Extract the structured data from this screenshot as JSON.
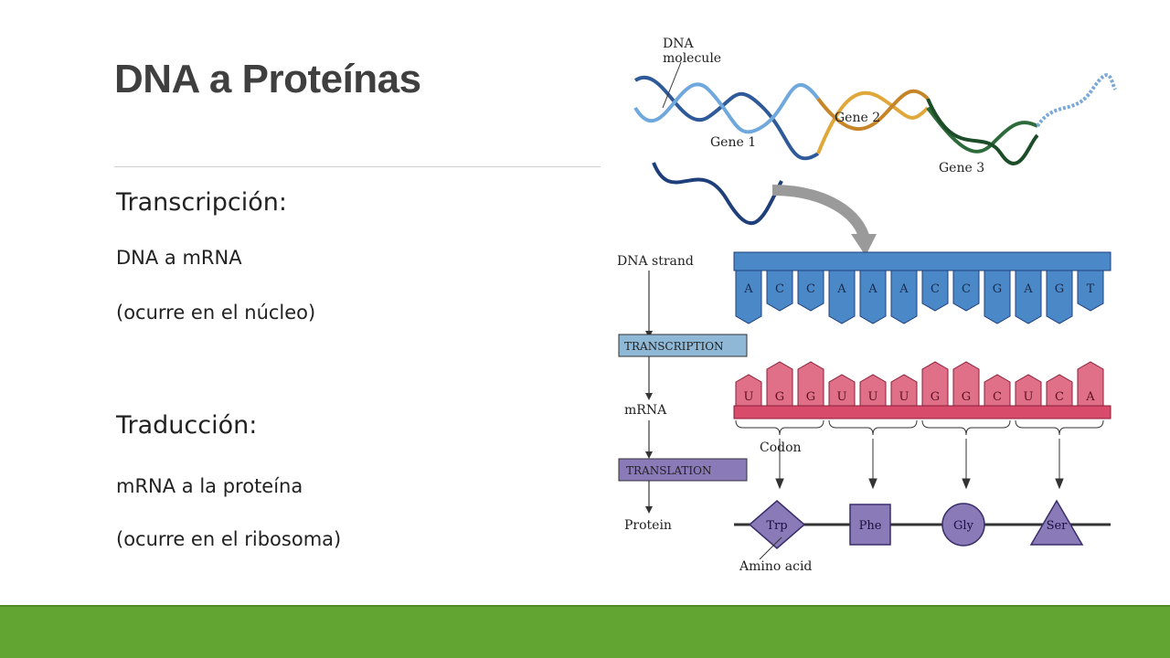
{
  "slide": {
    "title": "DNA a Proteínas",
    "section1_heading": "Transcripción:",
    "section1_line1": "DNA a mRNA",
    "section1_line2": "(ocurre en el núcleo)",
    "section2_heading": "Traducción:",
    "section2_line1": "mRNA a la proteína",
    "section2_line2": "(ocurre en el ribosoma)"
  },
  "diagram": {
    "dna_molecule_label_1": "DNA",
    "dna_molecule_label_2": "molecule",
    "gene1": "Gene 1",
    "gene2": "Gene 2",
    "gene3": "Gene 3",
    "dna_strand_label": "DNA strand",
    "transcription_label": "TRANSCRIPTION",
    "mrna_label": "mRNA",
    "translation_label": "TRANSLATION",
    "protein_label": "Protein",
    "codon_label": "Codon",
    "amino_acid_label": "Amino acid",
    "dna_bases": [
      "A",
      "C",
      "C",
      "A",
      "A",
      "A",
      "C",
      "C",
      "G",
      "A",
      "G",
      "T"
    ],
    "mrna_bases": [
      "U",
      "G",
      "G",
      "U",
      "U",
      "U",
      "G",
      "G",
      "C",
      "U",
      "C",
      "A"
    ],
    "amino_acids": [
      "Trp",
      "Phe",
      "Gly",
      "Ser"
    ]
  },
  "colors": {
    "accent_green": "#63a532",
    "dna_blue": "#4a88c8",
    "mrna_red": "#d84b6b",
    "protein_purple": "#8a7ab8",
    "label_box": "#8fb7d6"
  }
}
